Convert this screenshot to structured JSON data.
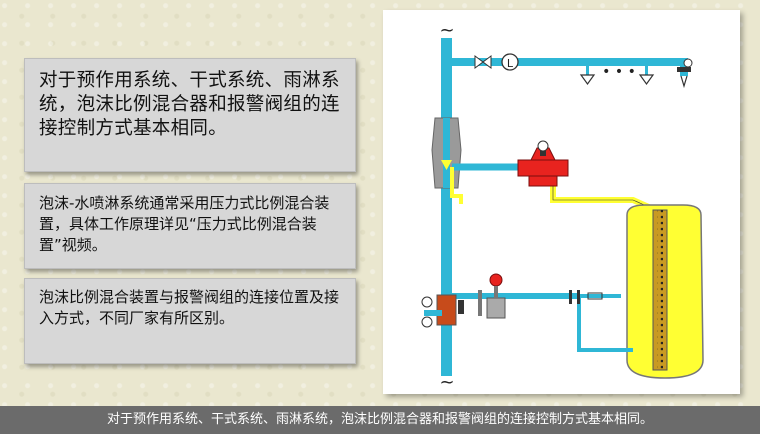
{
  "paragraphs": {
    "p1": "对于预作用系统、干式系统、雨淋系统，泡沫比例混合器和报警阀组的连接控制方式基本相同。",
    "p2": "泡沫-水喷淋系统通常采用压力式比例混合装置，具体工作原理详见“压力式比例混合装置”视频。",
    "p3": "泡沫比例混合装置与报警阀组的连接位置及接入方式，不同厂家有所区别。"
  },
  "diagram": {
    "flow_meter_label": "L",
    "break_symbol_top": "~",
    "break_symbol_bottom": "~",
    "sprinkler_dots": "• • •"
  },
  "caption": "对于预作用系统、干式系统、雨淋系统，泡沫比例混合器和报警阀组的连接控制方式基本相同。",
  "colors": {
    "pipe_blue": "#2fb7d6",
    "foam_yellow": "#ffff33",
    "valve_red": "#e8231f",
    "caption_bg": "#6b6b6b",
    "box_bg": "#d7d7d7"
  }
}
